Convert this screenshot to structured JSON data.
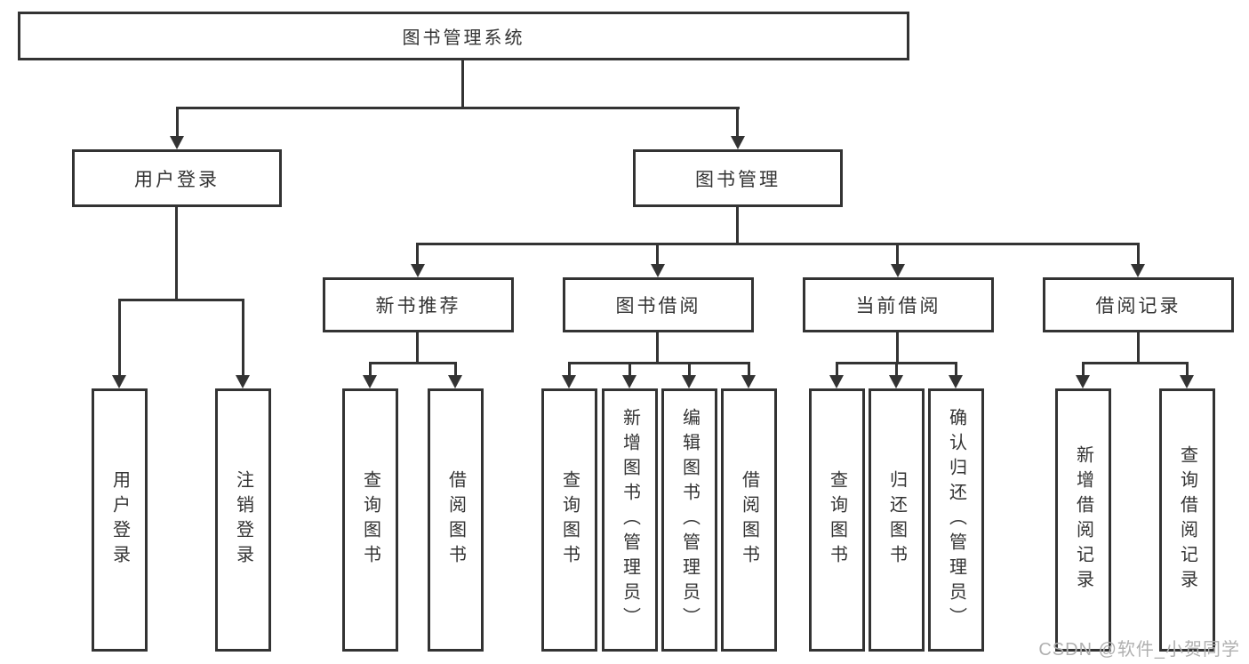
{
  "tree": {
    "label": "图书管理系统",
    "children": [
      {
        "label": "用户登录",
        "children": [
          {
            "label": "用户登录"
          },
          {
            "label": "注销登录"
          }
        ]
      },
      {
        "label": "图书管理",
        "children": [
          {
            "label": "新书推荐",
            "children": [
              {
                "label": "查询图书"
              },
              {
                "label": "借阅图书"
              }
            ]
          },
          {
            "label": "图书借阅",
            "children": [
              {
                "label": "查询图书"
              },
              {
                "label": "新增图书（管理员）"
              },
              {
                "label": "编辑图书（管理员）"
              },
              {
                "label": "借阅图书"
              }
            ]
          },
          {
            "label": "当前借阅",
            "children": [
              {
                "label": "查询图书"
              },
              {
                "label": "归还图书"
              },
              {
                "label": "确认归还（管理员）"
              }
            ]
          },
          {
            "label": "借阅记录",
            "children": [
              {
                "label": "新增借阅记录"
              },
              {
                "label": "查询借阅记录"
              }
            ]
          }
        ]
      }
    ]
  },
  "watermark": {
    "text": "CSDN @软件_小贺同学"
  },
  "colors": {
    "line": "#333333",
    "box_bg": "#ffffff",
    "text": "#333333",
    "watermark": "#b0b0b0"
  }
}
